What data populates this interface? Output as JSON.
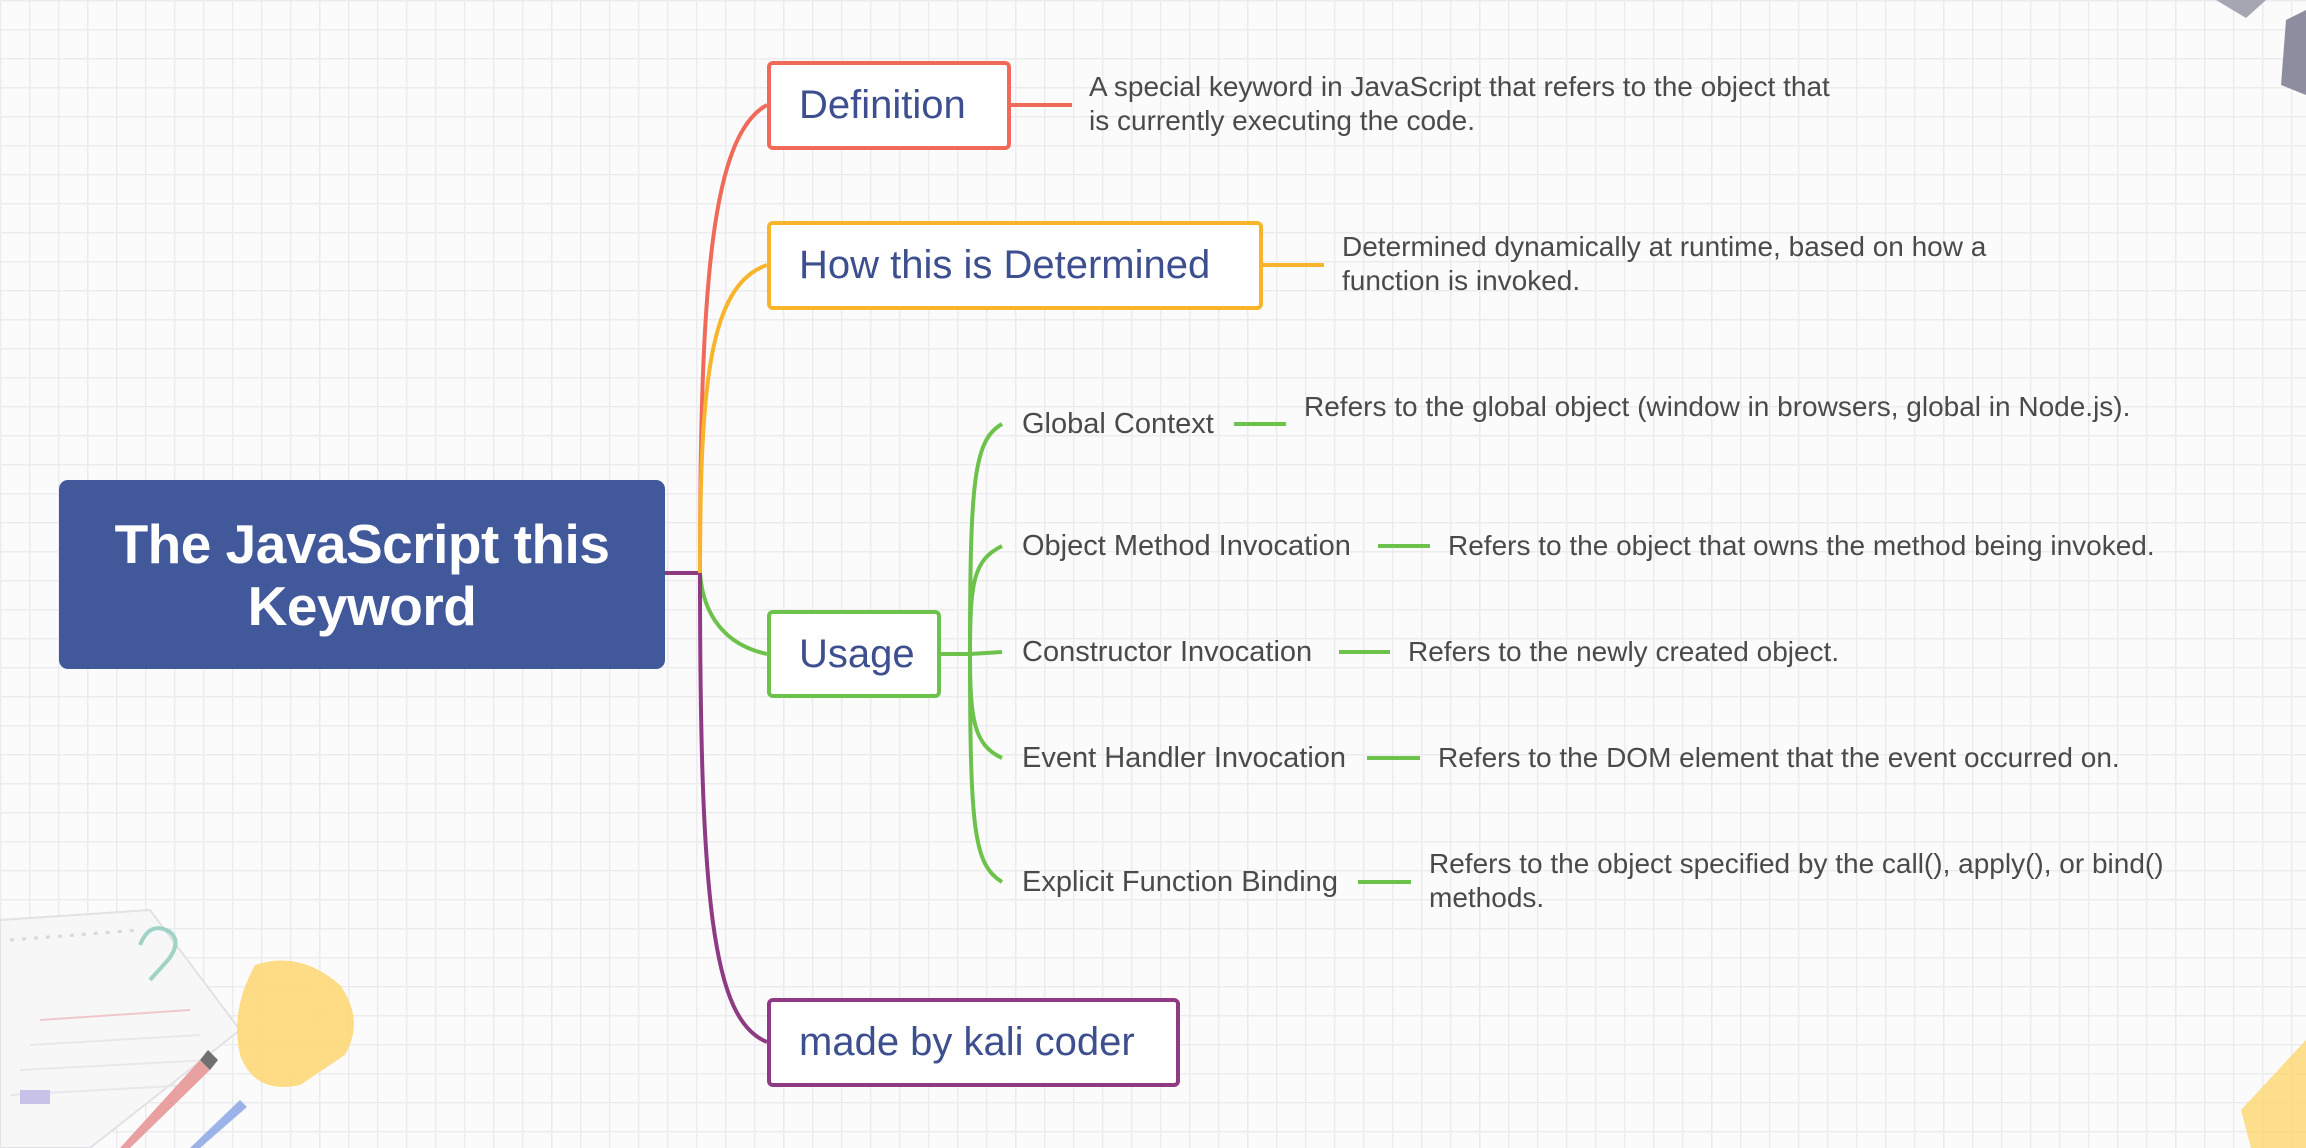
{
  "mindmap": {
    "root": {
      "title": "The JavaScript this Keyword"
    },
    "branches": [
      {
        "id": "definition",
        "label": "Definition",
        "color": "#f06a5a",
        "description": "A special keyword in JavaScript that refers to the object that is currently executing the code."
      },
      {
        "id": "how-determined",
        "label": "How this is Determined",
        "color": "#f8b42a",
        "description": "Determined dynamically at runtime, based on how a function is invoked."
      },
      {
        "id": "usage",
        "label": "Usage",
        "color": "#6cc24a",
        "children": [
          {
            "label": "Global Context",
            "description": "Refers to the global object (window in browsers, global in Node.js)."
          },
          {
            "label": "Object Method Invocation",
            "description": "Refers to the object that owns the method being invoked."
          },
          {
            "label": "Constructor Invocation",
            "description": "Refers to the newly created object."
          },
          {
            "label": "Event Handler Invocation",
            "description": "Refers to the DOM element that the event occurred on."
          },
          {
            "label": "Explicit Function Binding",
            "description": "Refers to the object specified by the call(), apply(), or bind() methods."
          }
        ]
      },
      {
        "id": "made-by",
        "label": "made by kali coder",
        "color": "#8e3b83"
      }
    ]
  }
}
